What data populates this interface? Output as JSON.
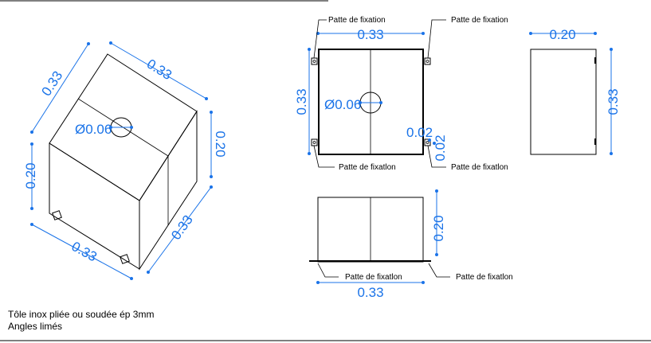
{
  "colors": {
    "dimension": "#1a73e8",
    "line": "#000000",
    "background": "#ffffff"
  },
  "iso_view": {
    "depth": "0.33",
    "width": "0.33",
    "height": "0.20",
    "right_height": "0.20",
    "bottom_left": "0.33",
    "bottom_right": "0.33",
    "hole": "Ø0.06"
  },
  "top_view": {
    "width": "0.33",
    "height": "0.33",
    "hole": "Ø0.06",
    "tab_x": "0.02",
    "tab_y": "0.02",
    "labels": {
      "top_left": "Patte de fixation",
      "top_right": "Patte de fixation",
      "bottom_left": "Patte de fixatlon",
      "bottom_right": "Patte de fixatlon"
    }
  },
  "side_view": {
    "width": "0.20",
    "height": "0.33"
  },
  "front_view": {
    "width": "0.33",
    "height": "0.20",
    "labels": {
      "left": "Patte de fixatlon",
      "right": "Patte de fixatlon"
    }
  },
  "notes": {
    "line1": "Tôle inox pliée ou soudée ép  3mm",
    "line2": "Angles limés"
  }
}
